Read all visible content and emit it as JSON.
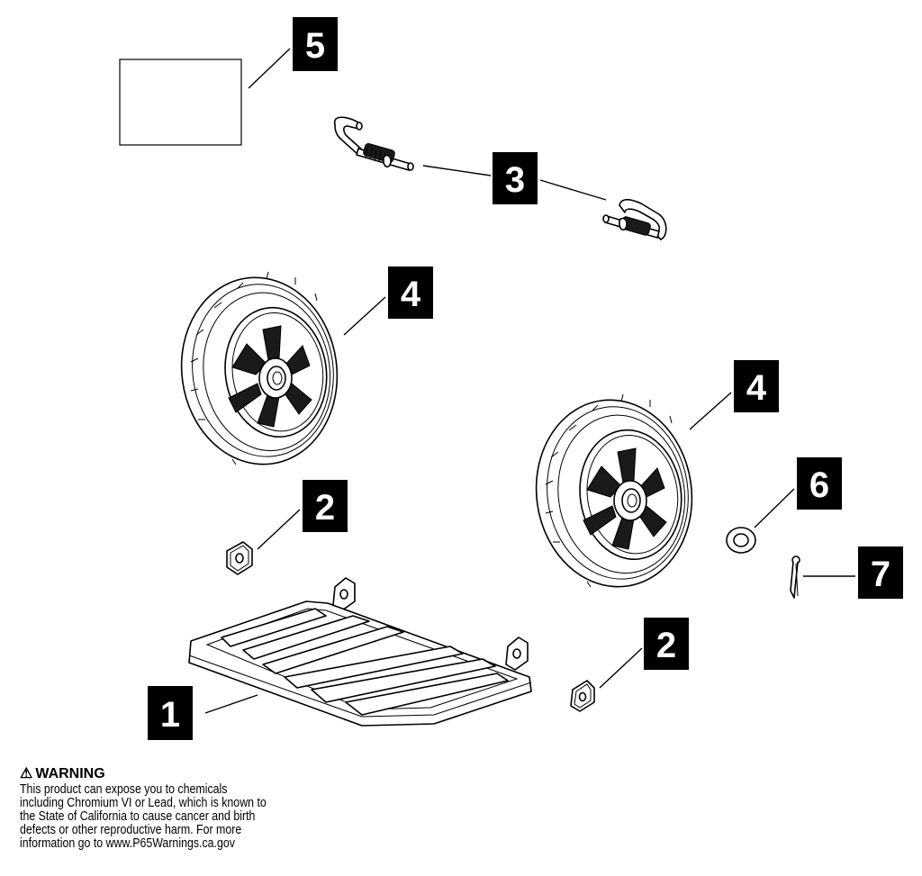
{
  "callouts": {
    "c1": "1",
    "c2a": "2",
    "c2b": "2",
    "c3": "3",
    "c4a": "4",
    "c4b": "4",
    "c5": "5",
    "c6": "6",
    "c7": "7"
  },
  "warning": {
    "icon": "warning-triangle-icon",
    "title": "WARNING",
    "body": "This product can expose you to chemicals\nincluding Chromium VI or Lead, which is known to\nthe State of California to cause cancer and birth\ndefects or other reproductive harm.  For more\ninformation go to www.P65Warnings.ca.gov"
  }
}
